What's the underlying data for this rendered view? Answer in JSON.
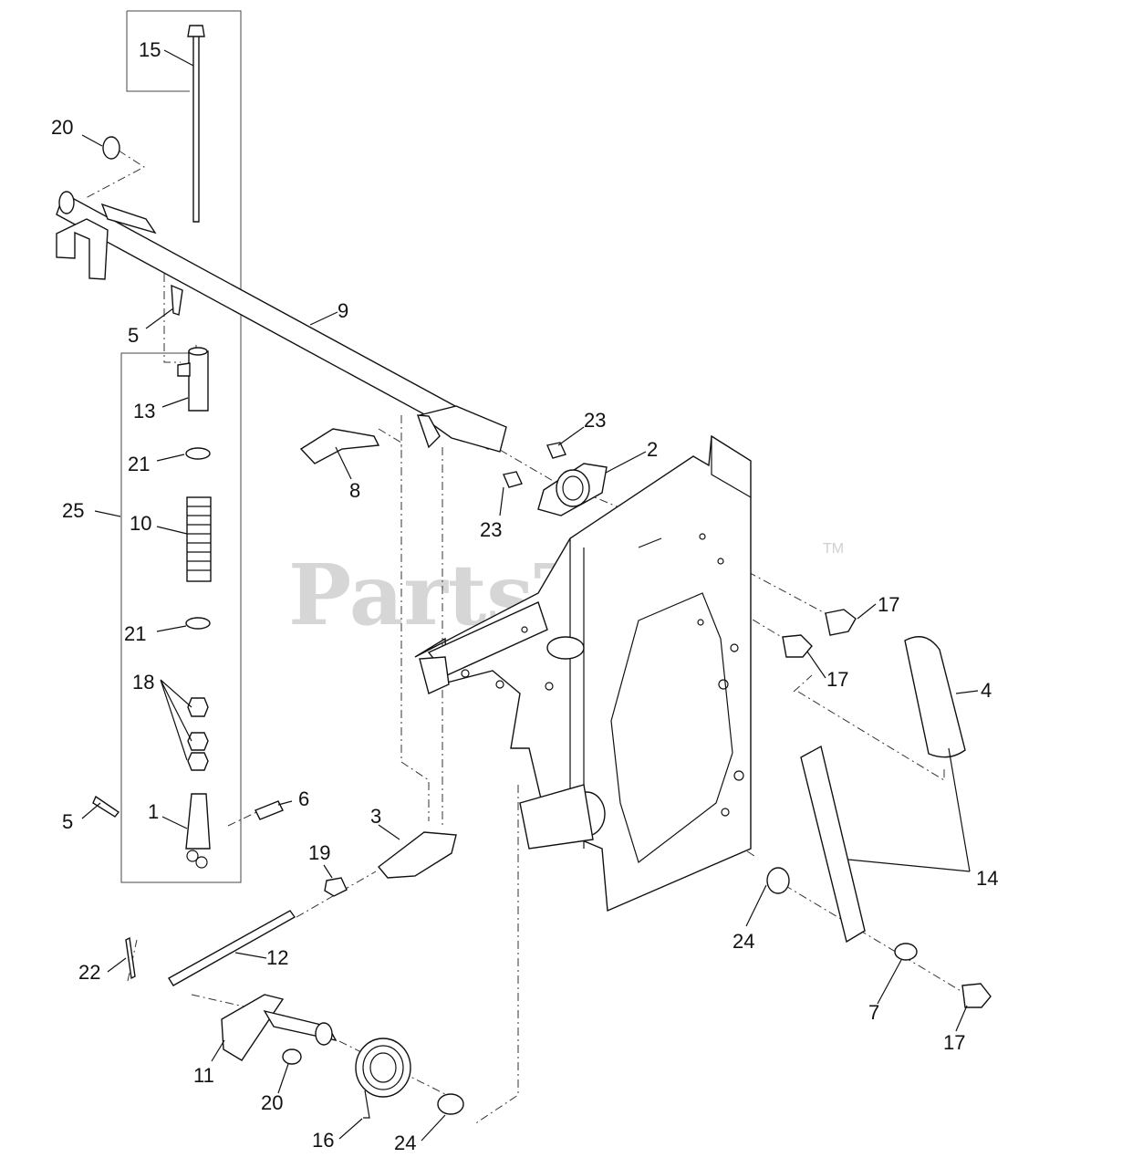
{
  "watermark": {
    "text": "PartsTree",
    "trademark": "TM"
  },
  "callouts": [
    {
      "id": "c15a",
      "label": "15"
    },
    {
      "id": "c20a",
      "label": "20"
    },
    {
      "id": "c9",
      "label": "9"
    },
    {
      "id": "c5a",
      "label": "5"
    },
    {
      "id": "c13",
      "label": "13"
    },
    {
      "id": "c21a",
      "label": "21"
    },
    {
      "id": "c25",
      "label": "25"
    },
    {
      "id": "c10",
      "label": "10"
    },
    {
      "id": "c21b",
      "label": "21"
    },
    {
      "id": "c18",
      "label": "18"
    },
    {
      "id": "c5b",
      "label": "5"
    },
    {
      "id": "c1",
      "label": "1"
    },
    {
      "id": "c6",
      "label": "6"
    },
    {
      "id": "c8",
      "label": "8"
    },
    {
      "id": "c23a",
      "label": "23"
    },
    {
      "id": "c2",
      "label": "2"
    },
    {
      "id": "c23b",
      "label": "23"
    },
    {
      "id": "c17a",
      "label": "17"
    },
    {
      "id": "c17b",
      "label": "17"
    },
    {
      "id": "c4",
      "label": "4"
    },
    {
      "id": "c14",
      "label": "14"
    },
    {
      "id": "c3",
      "label": "3"
    },
    {
      "id": "c19",
      "label": "19"
    },
    {
      "id": "c24a",
      "label": "24"
    },
    {
      "id": "c7",
      "label": "7"
    },
    {
      "id": "c17c",
      "label": "17"
    },
    {
      "id": "c22",
      "label": "22"
    },
    {
      "id": "c12",
      "label": "12"
    },
    {
      "id": "c11",
      "label": "11"
    },
    {
      "id": "c20b",
      "label": "20"
    },
    {
      "id": "c16",
      "label": "16"
    },
    {
      "id": "c24b",
      "label": "24"
    }
  ]
}
